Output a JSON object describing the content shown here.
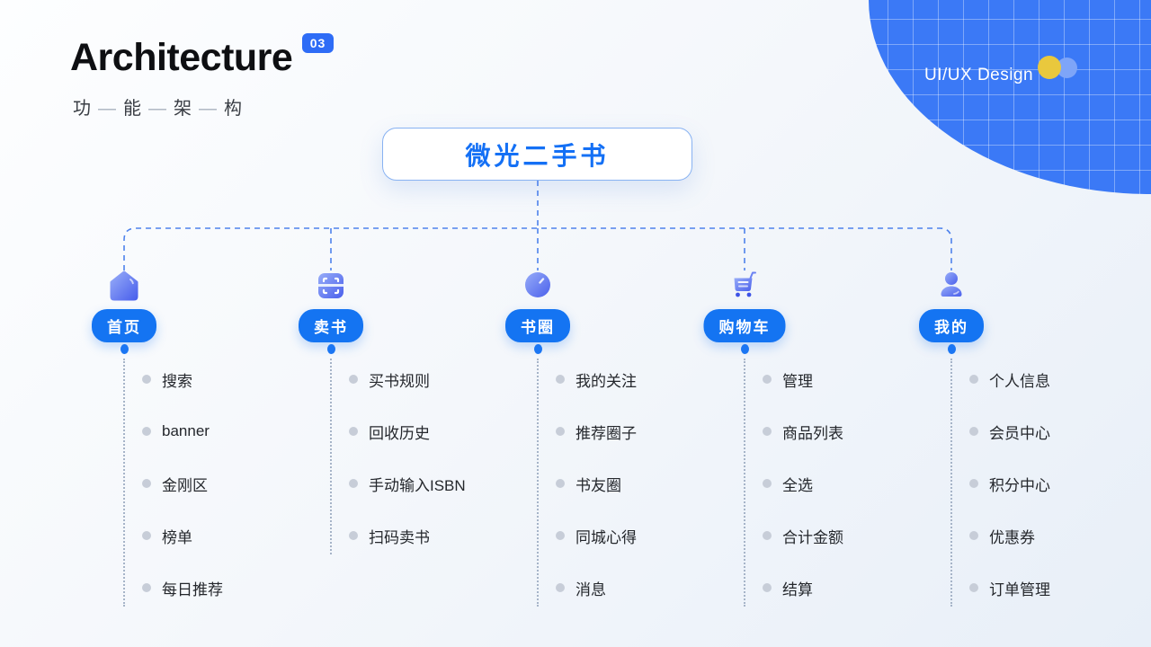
{
  "header": {
    "title": "Architecture",
    "badge": "03",
    "subtitle_chars": [
      "功",
      "能",
      "架",
      "构"
    ],
    "subtitle_separator": "—"
  },
  "corner": {
    "label": "UI/UX Design",
    "background_blue": "#3b79f6",
    "circle_yellow": "#e9c83d",
    "circle_blue": "#7ea5f8"
  },
  "root": {
    "label": "微光二手书"
  },
  "colors": {
    "accent_blue": "#1474f2",
    "root_text_blue": "#1470f5",
    "connector_blue": "#4e82ec",
    "icon_gradient_from": "#97acf8",
    "icon_gradient_to": "#4a60ec",
    "item_text": "#24272c",
    "bullet_gray": "#c7cdd8"
  },
  "tree": {
    "columns": [
      {
        "id": "home",
        "icon": "home-icon",
        "label": "首页",
        "items": [
          "搜索",
          "banner",
          "金刚区",
          "榜单",
          "每日推荐"
        ]
      },
      {
        "id": "sell",
        "icon": "scan-icon",
        "label": "卖书",
        "items": [
          "买书规则",
          "回收历史",
          "手动输入ISBN",
          "扫码卖书"
        ]
      },
      {
        "id": "book-circle",
        "icon": "clock-icon",
        "label": "书圈",
        "items": [
          "我的关注",
          "推荐圈子",
          "书友圈",
          "同城心得",
          "消息"
        ]
      },
      {
        "id": "cart",
        "icon": "cart-icon",
        "label": "购物车",
        "items": [
          "管理",
          "商品列表",
          "全选",
          "合计金额",
          "结算"
        ]
      },
      {
        "id": "mine",
        "icon": "user-icon",
        "label": "我的",
        "items": [
          "个人信息",
          "会员中心",
          "积分中心",
          "优惠券",
          "订单管理"
        ]
      }
    ]
  }
}
